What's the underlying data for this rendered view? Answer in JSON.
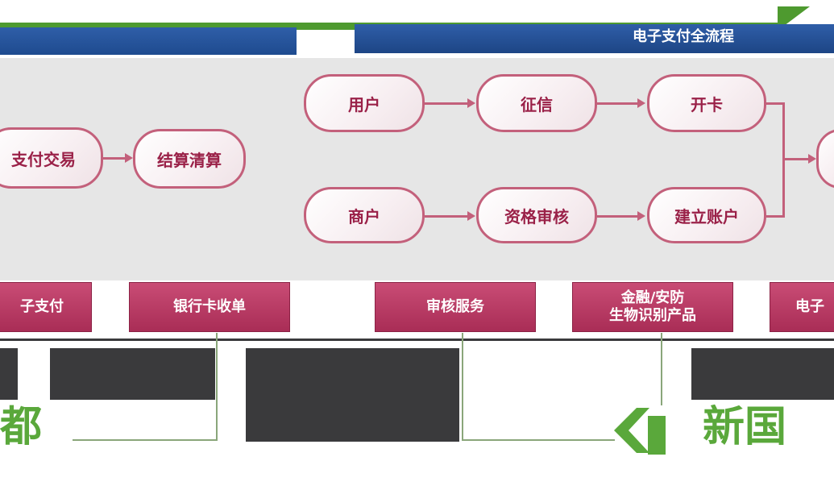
{
  "banner": {
    "title": "电子支付全流程"
  },
  "flow": {
    "left_row": [
      "支付交易",
      "结算清算"
    ],
    "user_row": [
      "用户",
      "征信",
      "开卡"
    ],
    "merchant_row": [
      "商户",
      "资格审核",
      "建立账户"
    ]
  },
  "services": [
    {
      "line1": "子支付",
      "line2": ""
    },
    {
      "line1": "银行卡收单",
      "line2": ""
    },
    {
      "line1": "审核服务",
      "line2": ""
    },
    {
      "line1": "金融/安防",
      "line2": "生物识别产品"
    },
    {
      "line1": "电子",
      "line2": ""
    }
  ],
  "logos": {
    "left": "都",
    "right": "新国"
  },
  "colors": {
    "accent": "#c3607b",
    "service": "#b8365f",
    "banner": "#2a5699",
    "brand_green": "#5aa83b"
  }
}
